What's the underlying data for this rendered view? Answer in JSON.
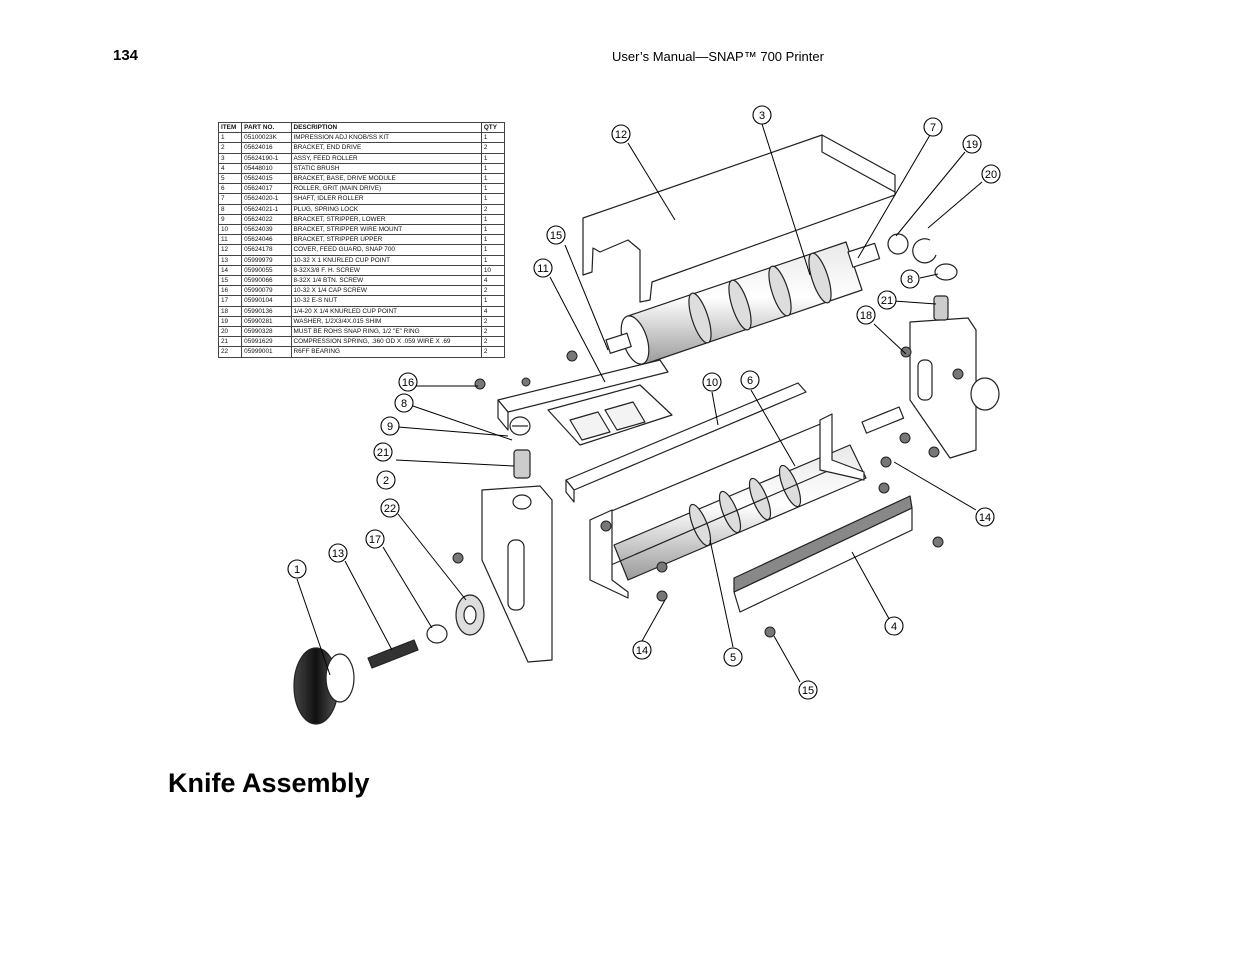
{
  "header": {
    "page_number": "134",
    "title": "User’s Manual—SNAP™ 700 Printer"
  },
  "parts_table": {
    "columns": [
      "ITEM",
      "PART NO.",
      "DESCRIPTION",
      "QTY"
    ],
    "rows": [
      [
        "1",
        "05100023K",
        "IMPRESSION ADJ KNOB/SS KIT",
        "1"
      ],
      [
        "2",
        "05624016",
        "BRACKET, END DRIVE",
        "2"
      ],
      [
        "3",
        "05624190-1",
        "ASSY, FEED ROLLER",
        "1"
      ],
      [
        "4",
        "05448010",
        "STATIC BRUSH",
        "1"
      ],
      [
        "5",
        "05624015",
        "BRACKET, BASE, DRIVE MODULE",
        "1"
      ],
      [
        "6",
        "05624017",
        "ROLLER, GRIT (MAIN DRIVE)",
        "1"
      ],
      [
        "7",
        "05624020-1",
        "SHAFT, IDLER ROLLER",
        "1"
      ],
      [
        "8",
        "05624021-1",
        "PLUG, SPRING LOCK",
        "2"
      ],
      [
        "9",
        "05624022",
        "BRACKET, STRIPPER, LOWER",
        "1"
      ],
      [
        "10",
        "05624039",
        "BRACKET, STRIPPER WIRE MOUNT",
        "1"
      ],
      [
        "11",
        "05624046",
        "BRACKET, STRIPPER UPPER",
        "1"
      ],
      [
        "12",
        "05624178",
        "COVER, FEED GUARD, SNAP 700",
        "1"
      ],
      [
        "13",
        "05999979",
        "10-32 X 1 KNURLED CUP POINT",
        "1"
      ],
      [
        "14",
        "05990055",
        "8-32X3/8 F. H. SCREW",
        "10"
      ],
      [
        "15",
        "05990066",
        "8-32X 1/4 BTN. SCREW",
        "4"
      ],
      [
        "16",
        "05990079",
        "10-32 X 1/4 CAP SCREW",
        "2"
      ],
      [
        "17",
        "05990104",
        "10-32 E-S NUT",
        "1"
      ],
      [
        "18",
        "05990136",
        "1/4-20 X 1/4 KNURLED CUP POINT",
        "4"
      ],
      [
        "19",
        "05990281",
        "WASHER, 1/2X3/4X.015 SHIM",
        "2"
      ],
      [
        "20",
        "05990328",
        "MUST BE ROHS SNAP RING, 1/2 \"E\" RING",
        "2"
      ],
      [
        "21",
        "05991629",
        "COMPRESSION SPRING, .360 OD X .059 WIRE X .69",
        "2"
      ],
      [
        "22",
        "05999001",
        "R6FF BEARING",
        "2"
      ]
    ]
  },
  "callouts": [
    "1",
    "2",
    "3",
    "4",
    "5",
    "6",
    "7",
    "8",
    "8",
    "9",
    "10",
    "11",
    "12",
    "13",
    "14",
    "14",
    "15",
    "15",
    "16",
    "17",
    "18",
    "19",
    "20",
    "21",
    "21",
    "22"
  ],
  "section_title": "Knife Assembly"
}
